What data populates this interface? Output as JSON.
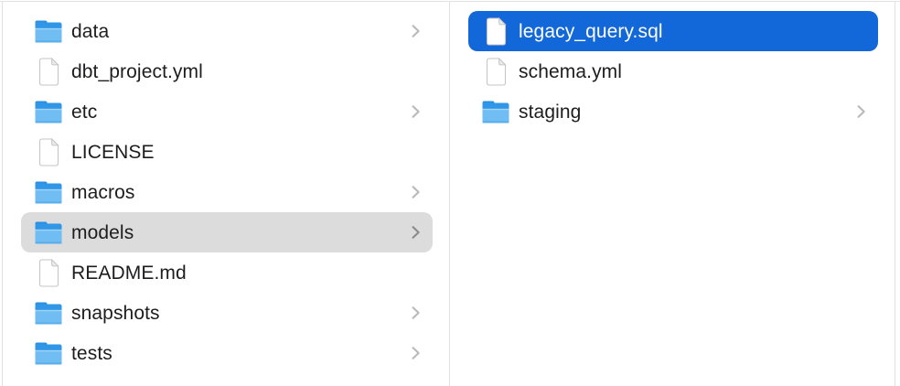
{
  "colors": {
    "selection_active": "#1267d9",
    "selection_inactive": "#dcdcdc",
    "selected_text": "#ffffff",
    "text": "#1d1d1f",
    "chevron": "#b9b9b9",
    "chevron_on_inactive_selection": "#8a8a8a",
    "divider": "#e2e2e2",
    "background": "#ffffff",
    "folder_blue_body": "#6fbdf2",
    "folder_blue_dark": "#2f96e8"
  },
  "columns": [
    {
      "name": "parent-column",
      "items": [
        {
          "label": "data",
          "type": "folder",
          "chevron": true,
          "selected": "none"
        },
        {
          "label": "dbt_project.yml",
          "type": "file",
          "chevron": false,
          "selected": "none"
        },
        {
          "label": "etc",
          "type": "folder",
          "chevron": true,
          "selected": "none"
        },
        {
          "label": "LICENSE",
          "type": "file",
          "chevron": false,
          "selected": "none"
        },
        {
          "label": "macros",
          "type": "folder",
          "chevron": true,
          "selected": "none"
        },
        {
          "label": "models",
          "type": "folder",
          "chevron": true,
          "selected": "inactive"
        },
        {
          "label": "README.md",
          "type": "file",
          "chevron": false,
          "selected": "none"
        },
        {
          "label": "snapshots",
          "type": "folder",
          "chevron": true,
          "selected": "none"
        },
        {
          "label": "tests",
          "type": "folder",
          "chevron": true,
          "selected": "none"
        }
      ]
    },
    {
      "name": "child-column",
      "items": [
        {
          "label": "legacy_query.sql",
          "type": "file",
          "chevron": false,
          "selected": "active"
        },
        {
          "label": "schema.yml",
          "type": "file",
          "chevron": false,
          "selected": "none"
        },
        {
          "label": "staging",
          "type": "folder",
          "chevron": true,
          "selected": "none"
        }
      ]
    }
  ],
  "icons": {
    "folder": "folder-icon",
    "file": "document-icon",
    "chevron": "chevron-right-icon"
  }
}
